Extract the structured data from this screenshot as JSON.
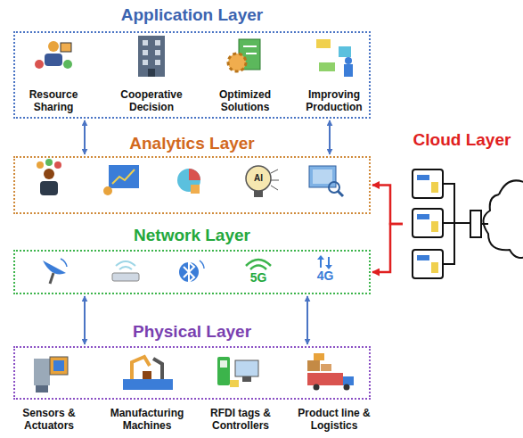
{
  "diagram": {
    "nodes": [
      {
        "text": [
          "Application Layer"
        ]
      },
      {
        "text": [
          "Analytics Layer"
        ]
      },
      {
        "text": [
          "Network Layer"
        ]
      },
      {
        "text": [
          "Physical Layer"
        ]
      },
      {
        "text": [
          "Cloud Layer"
        ]
      }
    ],
    "edges": [
      {
        "from": 0,
        "to": 1,
        "arrow": "both"
      },
      {
        "from": 0,
        "to": 1,
        "arrow": "both"
      },
      {
        "from": 2,
        "to": 3,
        "arrow": "both"
      },
      {
        "from": 2,
        "to": 3,
        "arrow": "both"
      },
      {
        "from": 4,
        "to": 1,
        "arrow": "to"
      },
      {
        "from": 4,
        "to": 2,
        "arrow": "to"
      }
    ],
    "labels": [
      "Resource Sharing",
      "Cooperative Decision",
      "Optimized Solutions",
      "Improving Production",
      "Sensors & Actuators",
      "Manufacturing Machines",
      "RFDI tags & Controllers",
      "Product line & Logistics",
      "AI",
      "5G",
      "4G"
    ]
  }
}
